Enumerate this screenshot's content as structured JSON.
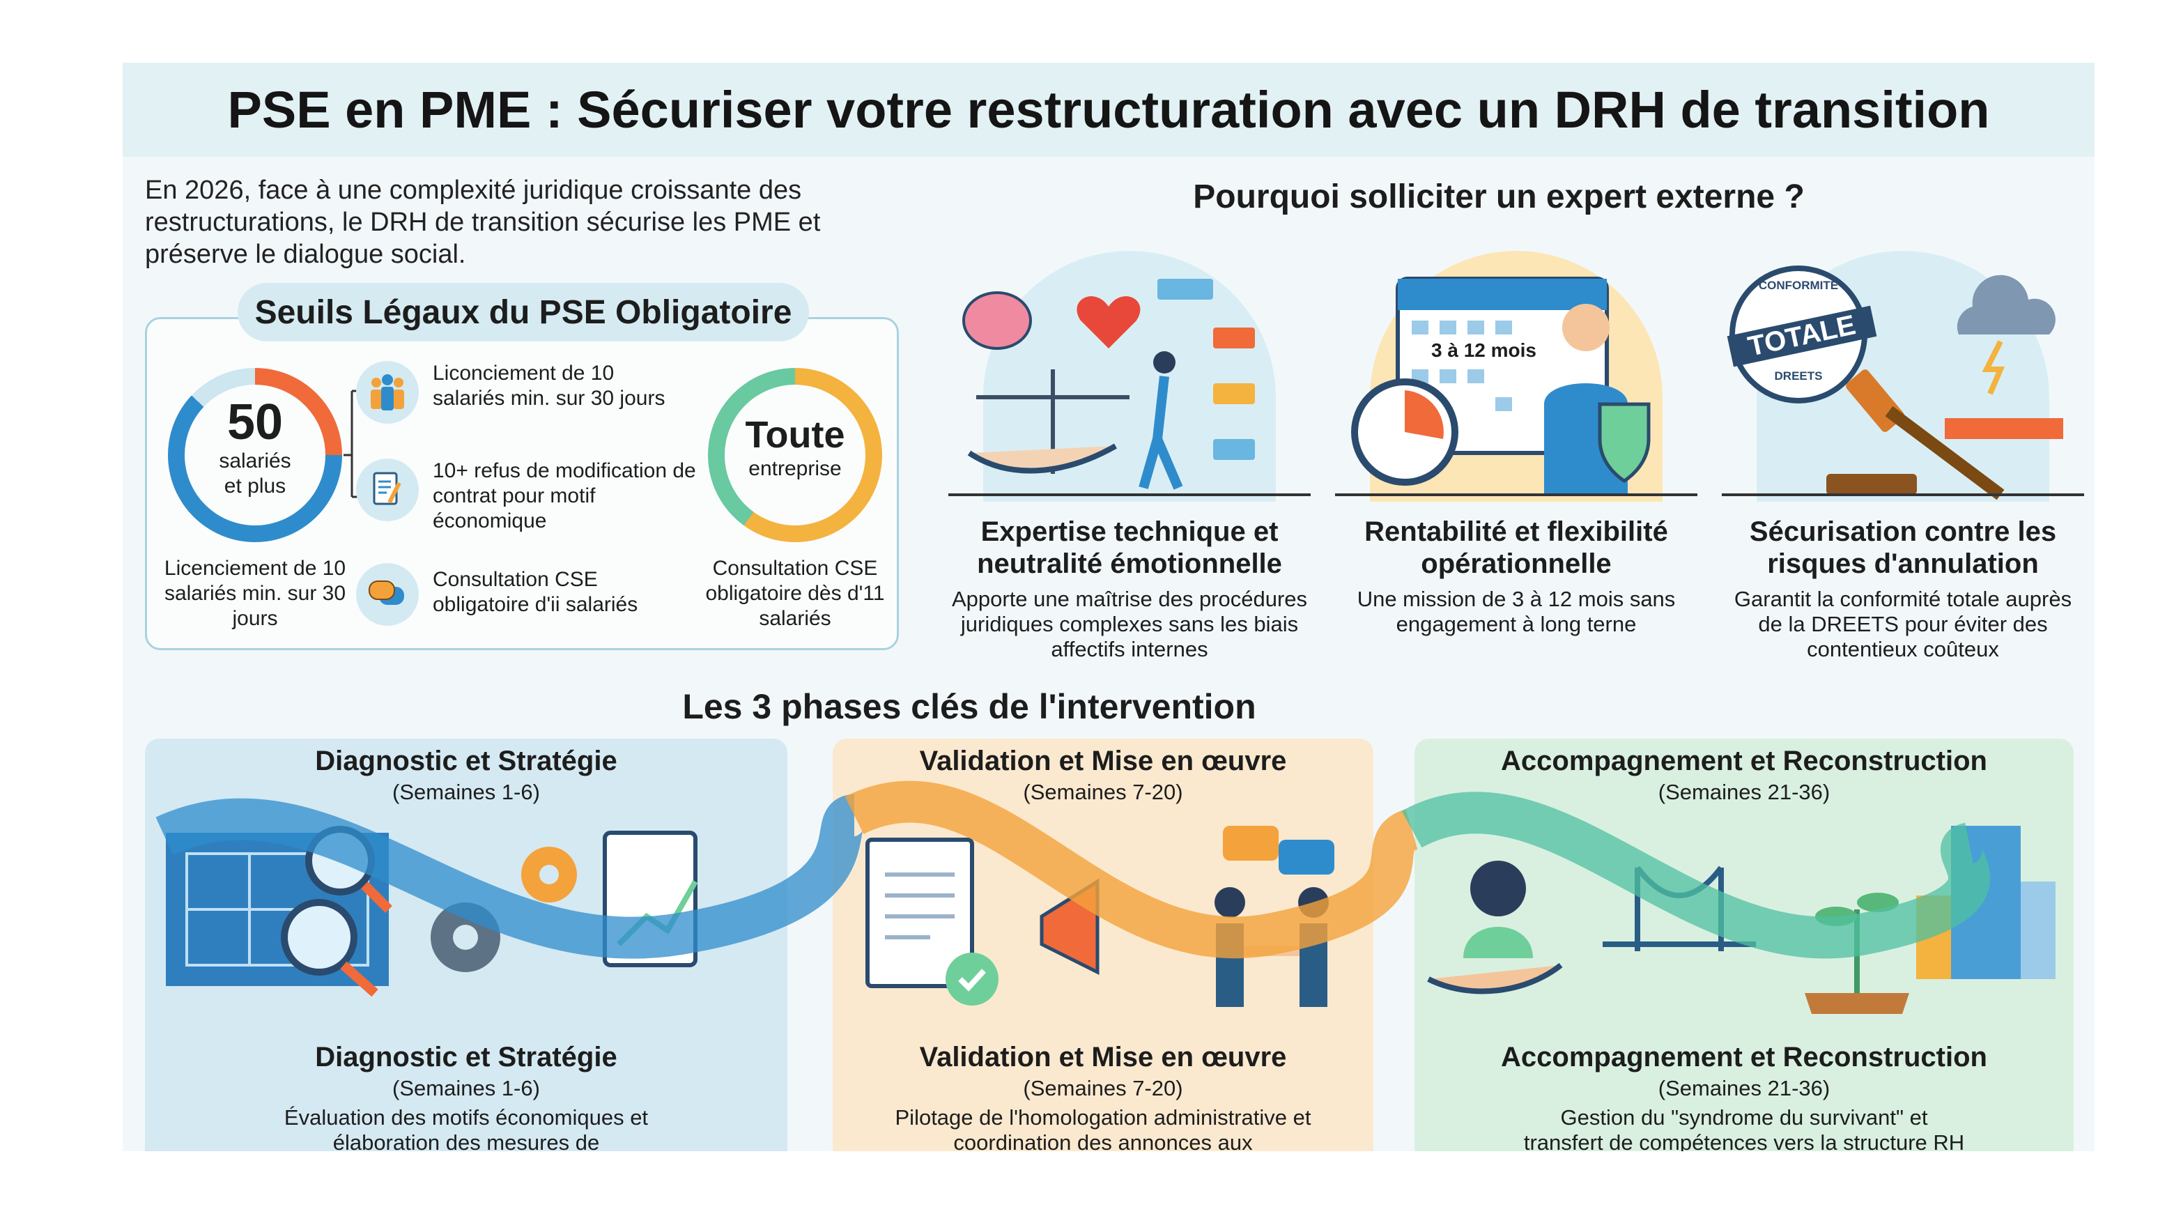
{
  "title": "PSE en PME : Sécuriser votre restructuration avec un DRH de transition",
  "intro": "En 2026, face à une complexité juridique croissante des restructurations, le DRH de transition sécurise les PME et préserve le dialogue social.",
  "seuils": {
    "title": "Seuils Légaux du PSE Obligatoire",
    "left_ring": {
      "value": "50",
      "label1": "salariés",
      "label2": "et plus",
      "caption": "Licenciement de 10 salariés min. sur 30 jours"
    },
    "criteria": [
      {
        "icon": "people-icon",
        "text": "Liconciement de 10 salariés min. sur 30 jours"
      },
      {
        "icon": "document-pen-icon",
        "text": "10+ refus de modification de contrat pour motif économique"
      },
      {
        "icon": "chat-bubbles-icon",
        "text": "Consultation CSE obligatoire d'ii salariés"
      }
    ],
    "right_ring": {
      "value": "Toute",
      "label": "entreprise",
      "caption": "Consultation CSE obligatoire dès d'11 salariés"
    }
  },
  "why": {
    "heading": "Pourquoi solliciter un expert externe ?",
    "items": [
      {
        "title": "Expertise technique et neutralité émotionnelle",
        "desc": "Apporte une maîtrise des procédures juridiques complexes sans les biais affectifs internes"
      },
      {
        "title": "Rentabilité et flexibilité opérationnelle",
        "desc": "Une mission de 3 à 12 mois sans engagement à long terne",
        "badge": "3 à 12 mois"
      },
      {
        "title": "Sécurisation contre les risques d'annulation",
        "desc": "Garantit la conformité totale auprès de la DREETS pour éviter des contentieux coûteux",
        "stamp_top": "CONFORMITÉ",
        "stamp_mid": "TOTALE",
        "stamp_bottom": "DREETS"
      }
    ]
  },
  "phases": {
    "heading": "Les 3 phases clés de l'intervention",
    "items": [
      {
        "title": "Diagnostic et Stratégie",
        "weeks": "(Semaines 1-6)",
        "desc": "Évaluation des motifs économiques et élaboration des mesures de",
        "color": "#d5e9f2"
      },
      {
        "title": "Validation et Mise en œuvre",
        "weeks": "(Semaines 7-20)",
        "desc": "Pilotage de l'homologation administrative et coordination des annonces aux",
        "color": "#fbe9cf"
      },
      {
        "title": "Accompagnement et Reconstruction",
        "weeks": "(Semaines 21-36)",
        "desc": "Gestion du \"syndrome du survivant\" et transfert de compétences vers la structure RH pérenne",
        "color": "#d9f0e1"
      }
    ]
  }
}
